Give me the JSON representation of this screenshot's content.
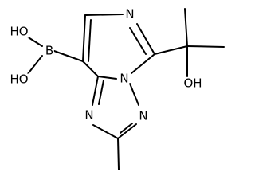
{
  "molecule": {
    "atoms": {
      "ho_top": "HO",
      "ho_bottom": "HO",
      "b": "B",
      "n_pyrimidine": "N",
      "n_bridge": "N",
      "n_triazole_left": "N",
      "n_triazole_right": "N",
      "oh": "OH"
    },
    "colors": {
      "bond": "#000000",
      "label": "#000000",
      "background": "#ffffff"
    }
  }
}
